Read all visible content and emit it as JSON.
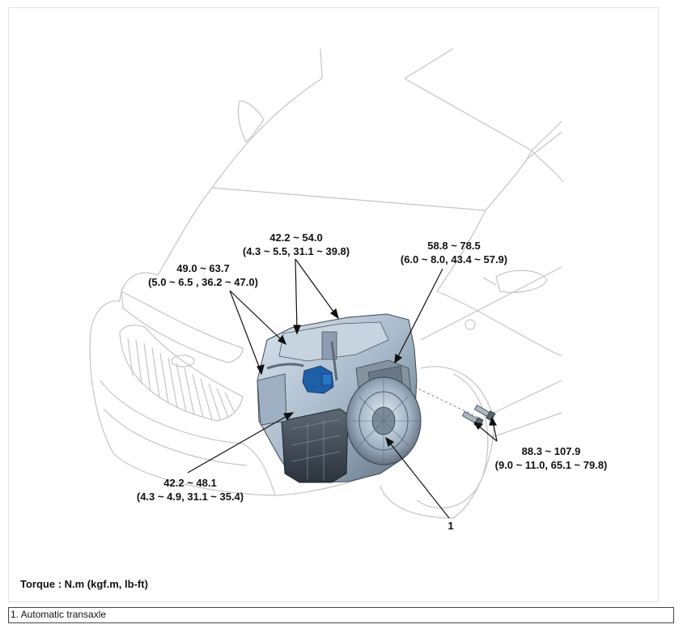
{
  "callouts": {
    "upper_center": {
      "range": "42.2 ~ 54.0",
      "detail": "(4.3 ~ 5.5, 31.1 ~ 39.8)"
    },
    "upper_left": {
      "range": "49.0 ~ 63.7",
      "detail": "(5.0 ~ 6.5 , 36.2 ~ 47.0)"
    },
    "upper_right": {
      "range": "58.8 ~ 78.5",
      "detail": "(6.0 ~ 8.0, 43.4 ~ 57.9)"
    },
    "lower_right": {
      "range": "88.3 ~ 107.9",
      "detail": "(9.0 ~ 11.0, 65.1 ~ 79.8)"
    },
    "lower_left": {
      "range": "42.2 ~ 48.1",
      "detail": "(4.3 ~ 4.9, 31.1 ~ 35.4)"
    }
  },
  "part_number": "1",
  "torque_note": "Torque : N.m (kgf.m, lb-ft)",
  "legend_caption": "1. Automatic transaxle",
  "colors": {
    "transaxle_body": "#b8c7d6",
    "transaxle_shadow": "#6e7f8f",
    "transaxle_dark": "#2f3a45",
    "accent_blue": "#1f5fa8",
    "car_outline": "#c9c9c9"
  }
}
